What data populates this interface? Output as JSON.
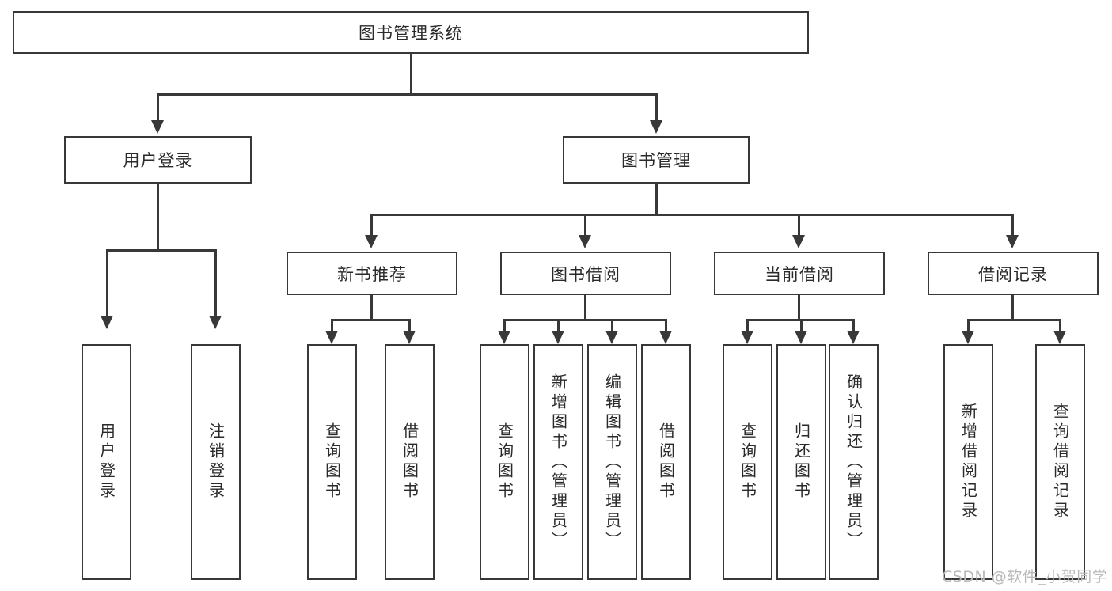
{
  "diagram": {
    "type": "hierarchy-tree",
    "title": "图书管理系统",
    "root": {
      "label": "图书管理系统"
    },
    "level2": [
      {
        "label": "用户登录"
      },
      {
        "label": "图书管理"
      }
    ],
    "level3": [
      {
        "label": "新书推荐"
      },
      {
        "label": "图书借阅"
      },
      {
        "label": "当前借阅"
      },
      {
        "label": "借阅记录"
      }
    ],
    "leaves": {
      "user_login": [
        {
          "label": "用户登录"
        },
        {
          "label": "注销登录"
        }
      ],
      "new_book_recommend": [
        {
          "label": "查询图书"
        },
        {
          "label": "借阅图书"
        }
      ],
      "book_borrow": [
        {
          "label": "查询图书"
        },
        {
          "label": "新增图书（管理员）"
        },
        {
          "label": "编辑图书（管理员）"
        },
        {
          "label": "借阅图书"
        }
      ],
      "current_borrow": [
        {
          "label": "查询图书"
        },
        {
          "label": "归还图书"
        },
        {
          "label": "确认归还（管理员）"
        }
      ],
      "borrow_record": [
        {
          "label": "新增借阅记录"
        },
        {
          "label": "查询借阅记录"
        }
      ]
    }
  },
  "watermark": {
    "text": "CSDN @软件_小贺同学"
  },
  "colors": {
    "border": "#383838",
    "text": "#2a2a2a",
    "background": "#ffffff",
    "watermark": "#b9b9b9"
  }
}
